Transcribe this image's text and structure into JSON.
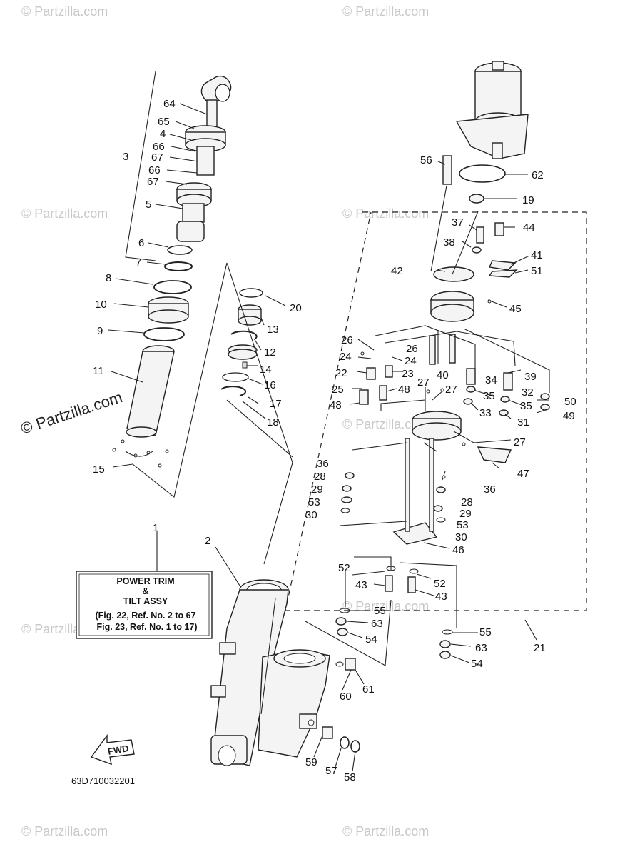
{
  "watermark": {
    "text": "© Partzilla.com",
    "dark_text": "© Partzilla.com"
  },
  "reference_box": {
    "line1": "POWER TRIM",
    "line2": "&",
    "line3": "TILT ASSY",
    "line4": "(Fig. 22, Ref. No. 2 to 67",
    "line5": "Fig. 23, Ref. No. 1 to 17)"
  },
  "fwd_label": "FWD",
  "diagram_code": "63D710032201",
  "callouts": {
    "c64": "64",
    "c65": "65",
    "c4": "4",
    "c66a": "66",
    "c3": "3",
    "c67a": "67",
    "c66b": "66",
    "c67b": "67",
    "c5": "5",
    "c6": "6",
    "c7": "7",
    "c8": "8",
    "c10": "10",
    "c9": "9",
    "c11": "11",
    "c15": "15",
    "c20": "20",
    "c13": "13",
    "c12": "12",
    "c14": "14",
    "c16": "16",
    "c17": "17",
    "c18": "18",
    "c1": "1",
    "c2": "2",
    "c56": "56",
    "c62": "62",
    "c19": "19",
    "c37": "37",
    "c44": "44",
    "c38": "38",
    "c41": "41",
    "c42": "42",
    "c51": "51",
    "c45": "45",
    "c26a": "26",
    "c26b": "26",
    "c24a": "24",
    "c24b": "24",
    "c22": "22",
    "c23": "23",
    "c40": "40",
    "c34": "34",
    "c39": "39",
    "c27a": "27",
    "c27b": "27",
    "c25": "25",
    "c48a": "48",
    "c48b": "48",
    "c35a": "35",
    "c32": "32",
    "c50": "50",
    "c35b": "35",
    "c33": "33",
    "c31": "31",
    "c49": "49",
    "c27c": "27",
    "c36a": "36",
    "c47": "47",
    "c28a": "28",
    "c29a": "29",
    "c53a": "53",
    "c30a": "30",
    "c36b": "36",
    "c28b": "28",
    "c29b": "29",
    "c53b": "53",
    "c30b": "30",
    "c46": "46",
    "c52a": "52",
    "c52b": "52",
    "c43a": "43",
    "c43b": "43",
    "c55a": "55",
    "c63a": "63",
    "c54a": "54",
    "c21": "21",
    "c55b": "55",
    "c63b": "63",
    "c54b": "54",
    "c60": "60",
    "c61": "61",
    "c59": "59",
    "c57": "57",
    "c58": "58"
  }
}
